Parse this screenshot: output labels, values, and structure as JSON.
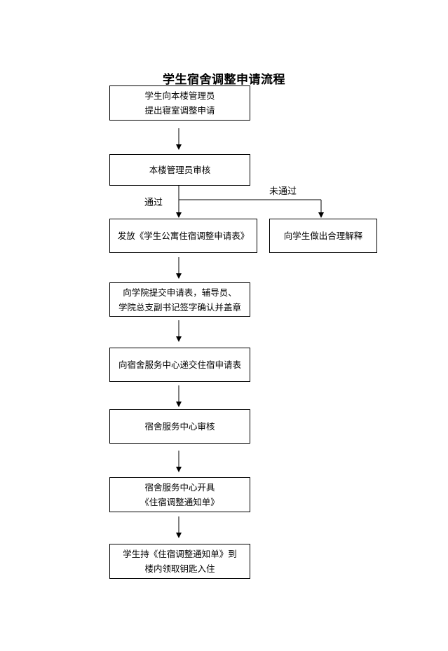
{
  "title": "学生宿舍调整申请流程",
  "nodes": {
    "apply": {
      "lines": [
        "学生向本楼管理员",
        "提出寝室调整申请"
      ]
    },
    "building_review": {
      "lines": [
        "本楼管理员审核"
      ]
    },
    "issue_form": {
      "lines": [
        "发放《学生公寓住宿调整申请表》"
      ]
    },
    "explain": {
      "lines": [
        "向学生做出合理解释"
      ]
    },
    "submit_sign": {
      "lines": [
        "向学院提交申请表，辅导员、",
        "学院总支副书记签字确认并盖章"
      ]
    },
    "submit_center": {
      "lines": [
        "向宿舍服务中心递交住宿申请表"
      ]
    },
    "center_review": {
      "lines": [
        "宿舍服务中心审核"
      ]
    },
    "issue_notice": {
      "lines": [
        "宿舍服务中心开具",
        "《住宿调整通知单》"
      ]
    },
    "collect_keys": {
      "lines": [
        "学生持《住宿调整通知单》到",
        "楼内领取钥匙入住"
      ]
    }
  },
  "edge_labels": {
    "pass": "通过",
    "fail": "未通过"
  }
}
